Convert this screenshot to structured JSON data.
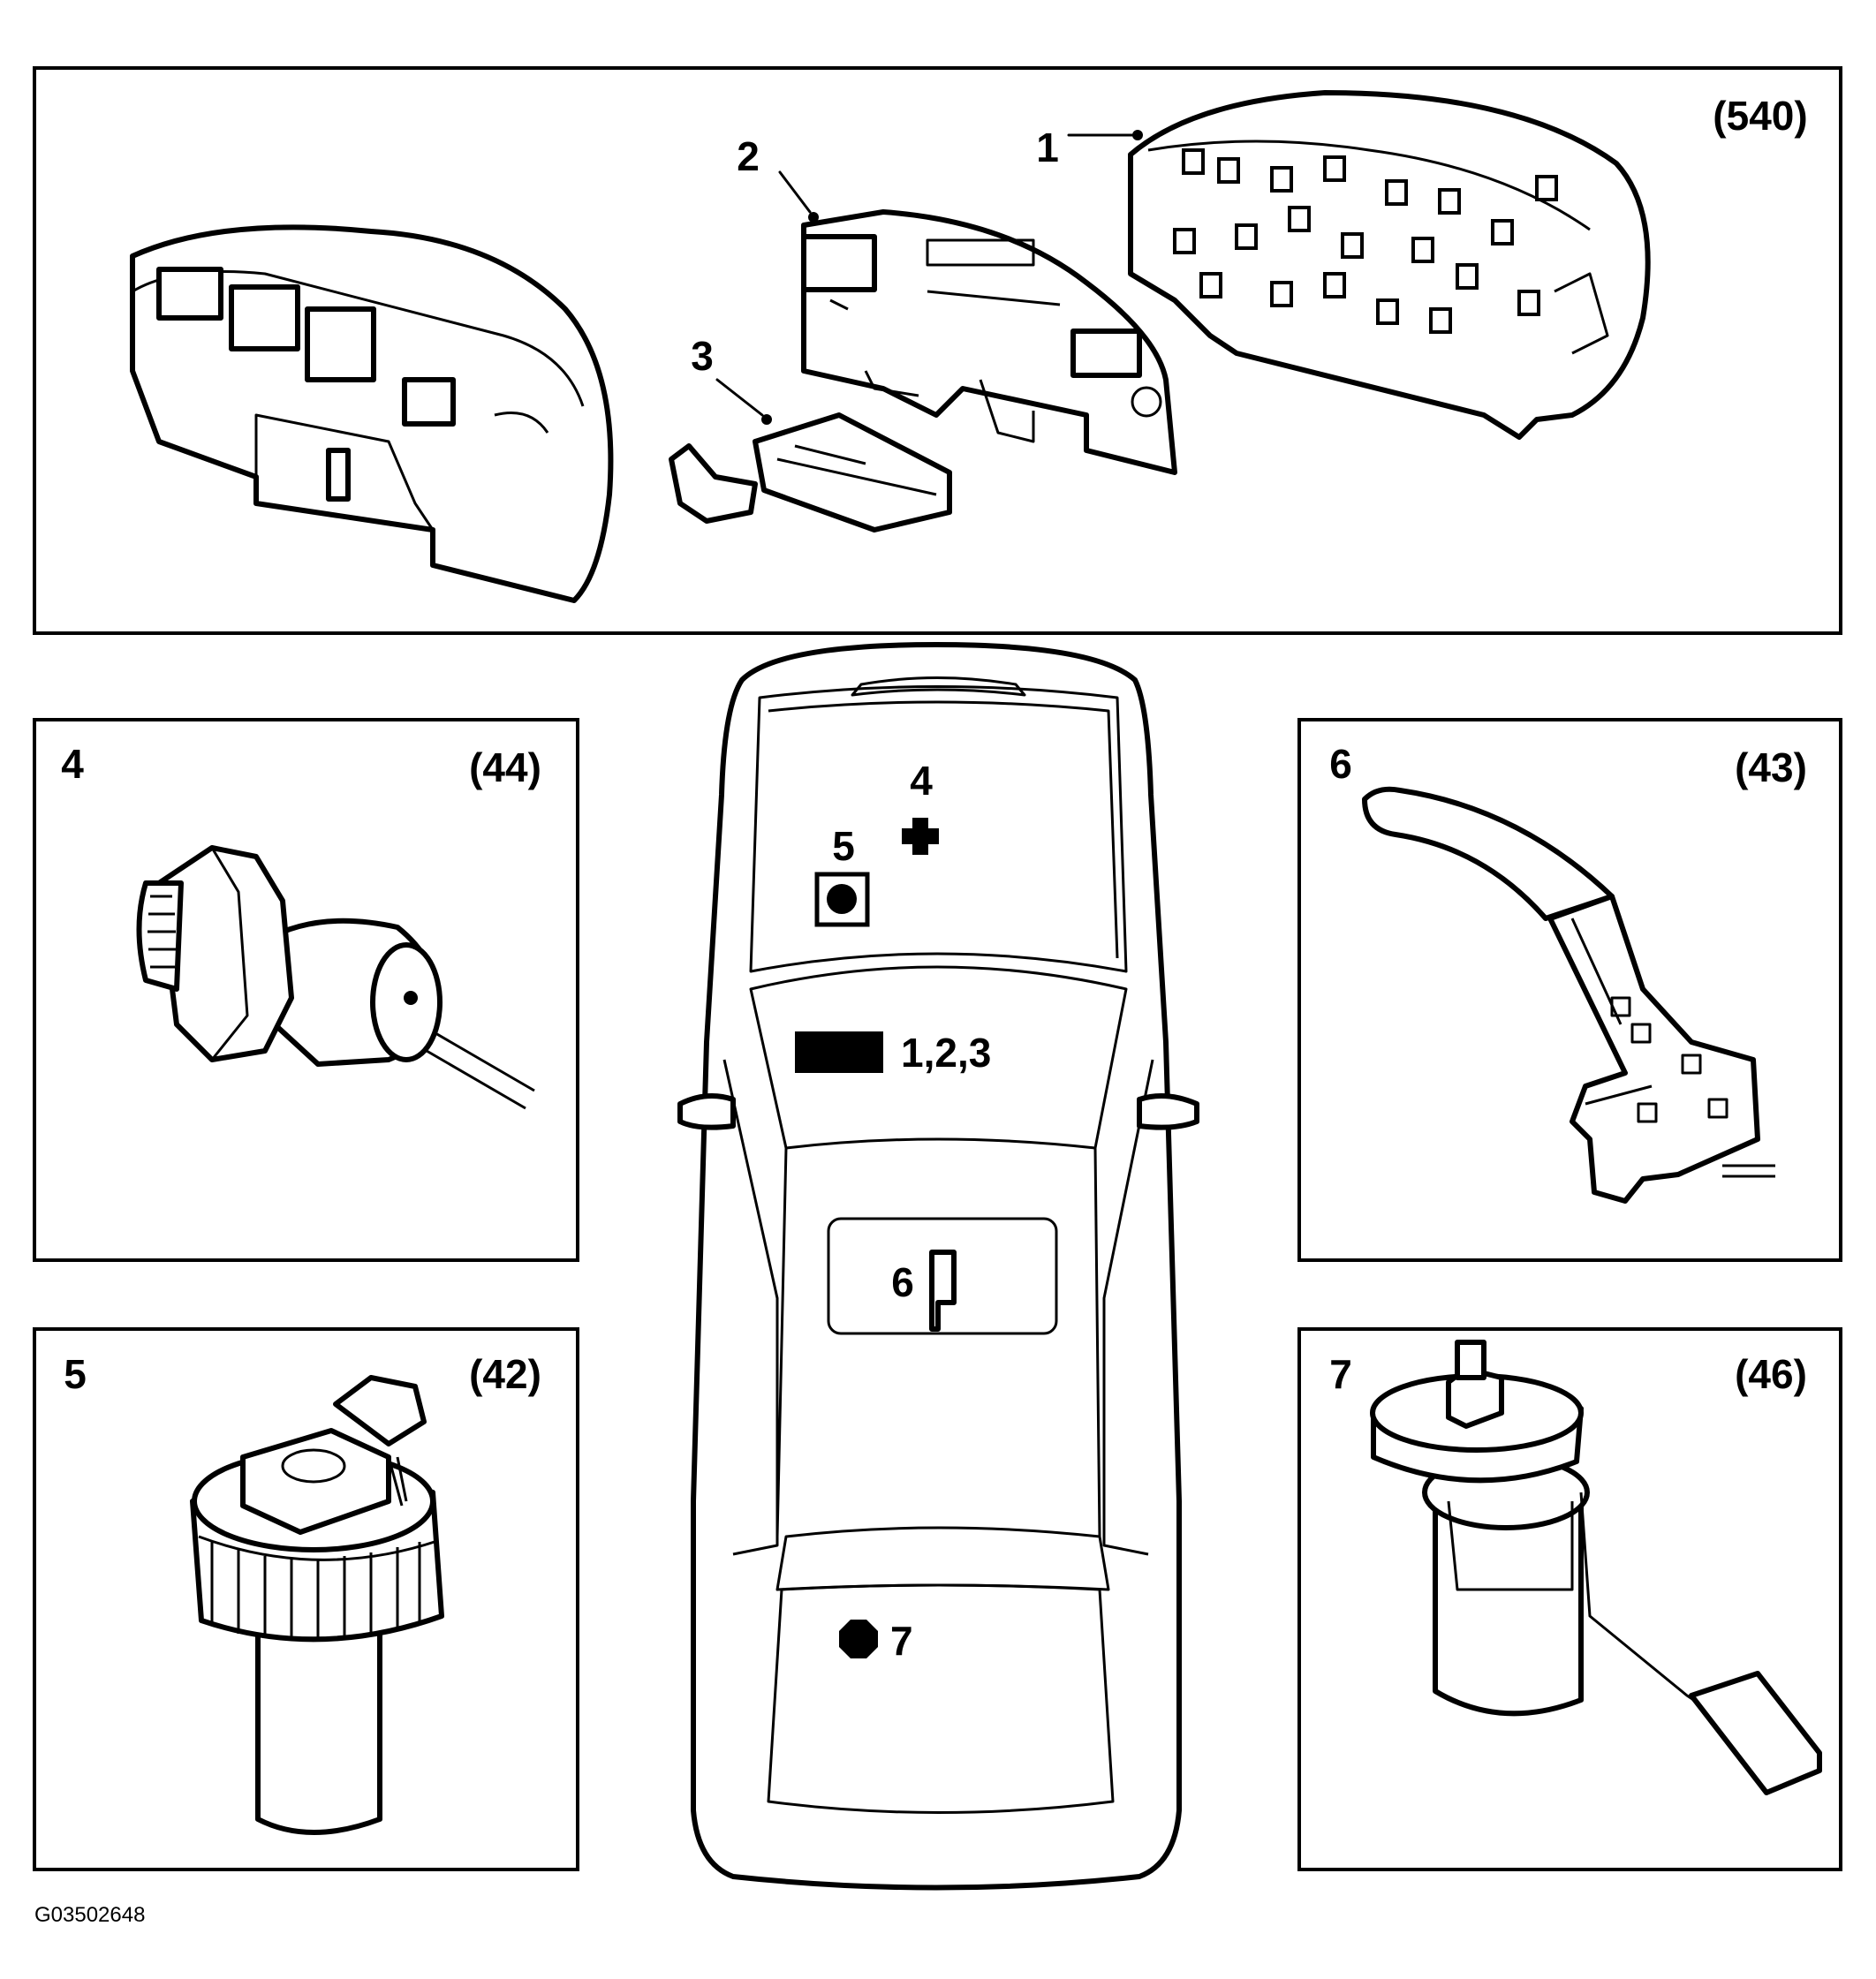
{
  "panel_top": {
    "ref": "(540)",
    "callouts": [
      "1",
      "2",
      "3"
    ]
  },
  "panel_4": {
    "number": "4",
    "ref": "(44)"
  },
  "panel_5": {
    "number": "5",
    "ref": "(42)"
  },
  "panel_6": {
    "number": "6",
    "ref": "(43)"
  },
  "panel_7": {
    "number": "7",
    "ref": "(46)"
  },
  "car": {
    "label_4": "4",
    "label_5": "5",
    "label_123": "1,2,3",
    "label_6": "6",
    "label_7": "7"
  },
  "figure_code": "G03502648"
}
